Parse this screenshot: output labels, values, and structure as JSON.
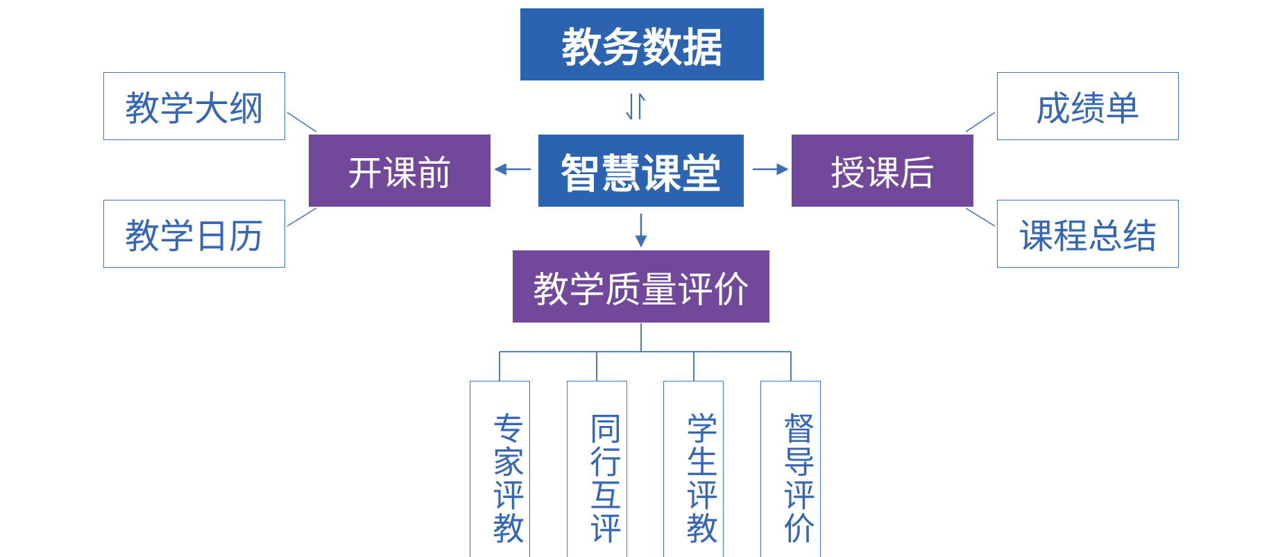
{
  "center": {
    "top_node": "教务数据",
    "core_node": "智慧课堂"
  },
  "before_class": {
    "label": "开课前",
    "items": [
      "教学大纲",
      "教学日历"
    ]
  },
  "after_class": {
    "label": "授课后",
    "items": [
      "成绩单",
      "课程总结"
    ]
  },
  "quality": {
    "label": "教学质量评价",
    "items": [
      "专家评教",
      "同行互评",
      "学生评教",
      "督导评价"
    ]
  },
  "colors": {
    "blue": "#2b63b1",
    "purple": "#72499a",
    "outline": "#3f72ba",
    "line": "#3d6fb6"
  }
}
